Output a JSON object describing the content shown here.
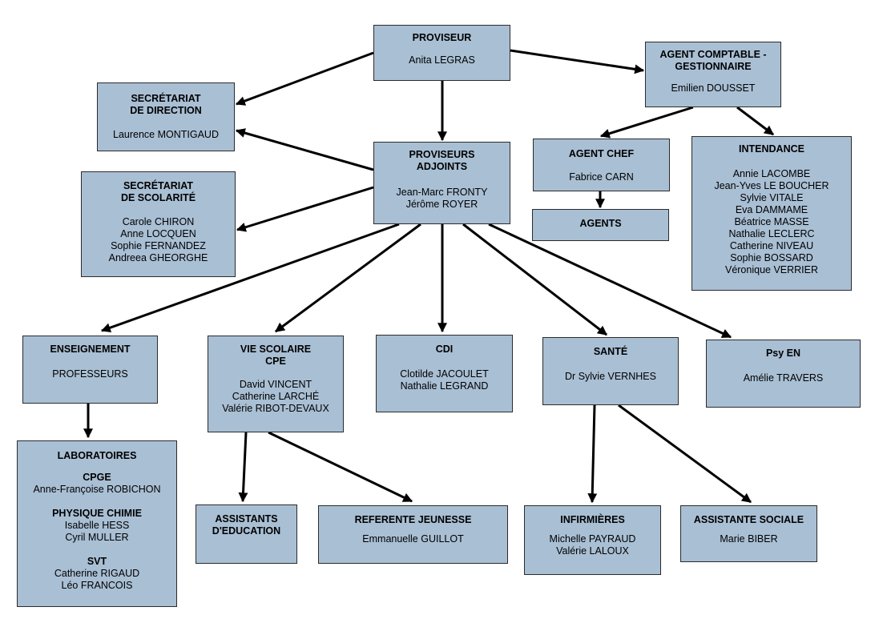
{
  "boxes": {
    "proviseur": {
      "title": "PROVISEUR",
      "people": "Anita LEGRAS"
    },
    "agent_comptable": {
      "title": "AGENT COMPTABLE -\nGESTIONNAIRE",
      "people": "Emilien DOUSSET"
    },
    "secretariat_direction": {
      "title": "SECRÉTARIAT\nDE DIRECTION",
      "people": "Laurence MONTIGAUD"
    },
    "proviseurs_adjoints": {
      "title": "PROVISEURS\nADJOINTS",
      "people": "Jean-Marc FRONTY\nJérôme ROYER"
    },
    "agent_chef": {
      "title": "AGENT CHEF",
      "people": "Fabrice CARN"
    },
    "agents": {
      "title": "AGENTS"
    },
    "intendance": {
      "title": "INTENDANCE",
      "people": "Annie LACOMBE\nJean-Yves LE BOUCHER\nSylvie VITALE\nEva DAMMAME\nBéatrice MASSE\nNathalie LECLERC\nCatherine NIVEAU\nSophie BOSSARD\nVéronique VERRIER"
    },
    "secretariat_scolarite": {
      "title": "SECRÉTARIAT\nDE SCOLARITÉ",
      "people": "Carole CHIRON\nAnne LOCQUEN\nSophie FERNANDEZ\nAndreea GHEORGHE"
    },
    "enseignement": {
      "title": "ENSEIGNEMENT",
      "people": "PROFESSEURS"
    },
    "vie_scolaire": {
      "title": "VIE SCOLAIRE\nCPE",
      "people": "David VINCENT\nCatherine LARCHÉ\nValérie RIBOT-DEVAUX"
    },
    "cdi": {
      "title": "CDI",
      "people": "Clotilde JACOULET\nNathalie LEGRAND"
    },
    "sante": {
      "title": "SANTÉ",
      "people": "Dr Sylvie VERNHES"
    },
    "psy_en": {
      "title": "Psy EN",
      "people": "Amélie TRAVERS"
    },
    "laboratoires": {
      "title": "LABORATOIRES",
      "groups": [
        {
          "title": "CPGE",
          "people": "Anne-Françoise ROBICHON"
        },
        {
          "title": "PHYSIQUE CHIMIE",
          "people": "Isabelle HESS\nCyril MULLER"
        },
        {
          "title": "SVT",
          "people": "Catherine RIGAUD\nLéo FRANCOIS"
        }
      ]
    },
    "assistants_education": {
      "title": "ASSISTANTS\nD'EDUCATION"
    },
    "referente_jeunesse": {
      "title": "REFERENTE JEUNESSE",
      "people": "Emmanuelle GUILLOT"
    },
    "infirmieres": {
      "title": "INFIRMIÈRES",
      "people": "Michelle PAYRAUD\nValérie LALOUX"
    },
    "assistante_sociale": {
      "title": "ASSISTANTE SOCIALE",
      "people": "Marie BIBER"
    }
  },
  "colors": {
    "box_fill": "#a9bfd4",
    "box_border": "#2b2b2b",
    "arrow": "#000000"
  }
}
